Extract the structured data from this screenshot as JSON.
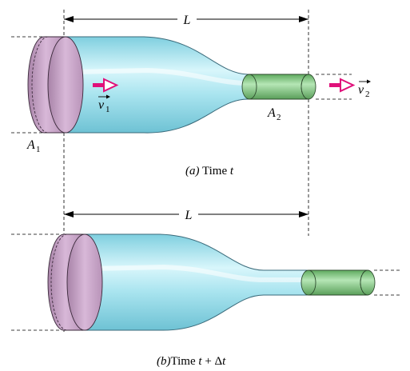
{
  "labels": {
    "length": "L",
    "length_b": "L",
    "area_1_letter": "A",
    "area_1_sub": "1",
    "area_2_letter": "A",
    "area_2_sub": "2",
    "velocity_1_letter": "v",
    "velocity_1_sub": "1",
    "velocity_2_letter": "v",
    "velocity_2_sub": "2"
  },
  "captions": {
    "a_tag": "(a)",
    "a_text": " Time ",
    "a_var": "t",
    "b_tag": "(b)",
    "b_text": "Time ",
    "b_var": "t",
    "b_plus": " + Δ",
    "b_var2": "t"
  },
  "colors": {
    "tube": "#9fe0ec",
    "tube_highlight": "#e6fbff",
    "face": "#c9a5c9",
    "green": "#88cc88",
    "velocity_arrow": "#e0107a"
  }
}
